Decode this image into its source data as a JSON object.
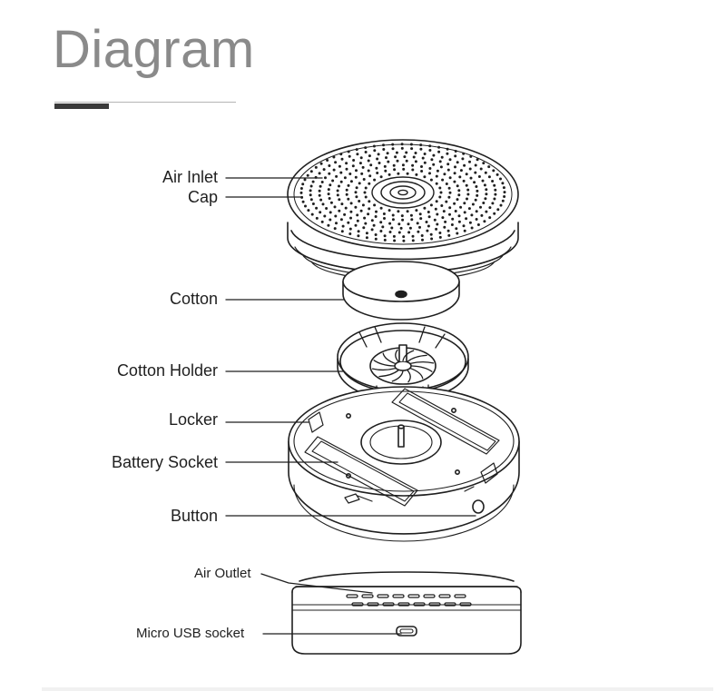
{
  "title": "Diagram",
  "labels": {
    "air_inlet": "Air Inlet",
    "cap": "Cap",
    "cotton": "Cotton",
    "cotton_holder": "Cotton Holder",
    "locker": "Locker",
    "battery_socket": "Battery Socket",
    "button": "Button",
    "air_outlet": "Air Outlet",
    "micro_usb": "Micro USB socket"
  },
  "colors": {
    "title": "#8a8a8a",
    "line": "#1f1f1f",
    "accent_bar": "#3a3a3a"
  }
}
